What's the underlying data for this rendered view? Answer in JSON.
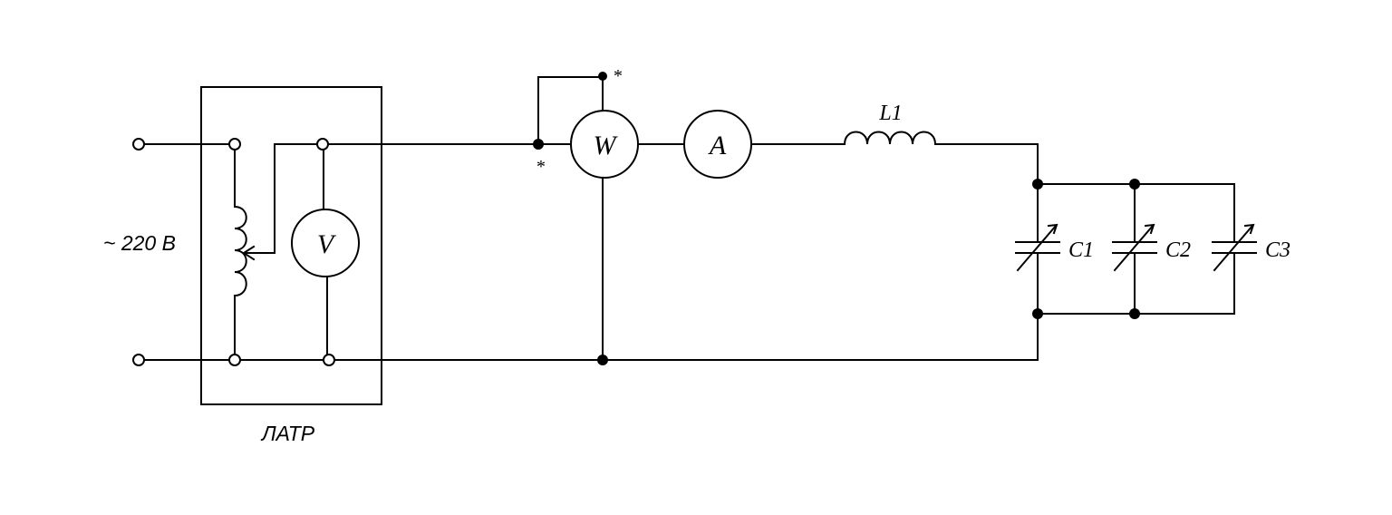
{
  "source_label": "~ 220 В",
  "latr_label": "ЛАТР",
  "meters": {
    "voltmeter": "V",
    "wattmeter": "W",
    "ammeter": "A"
  },
  "inductor_label": "L1",
  "capacitors": [
    "C1",
    "C2",
    "C3"
  ],
  "polarity_mark": "*"
}
